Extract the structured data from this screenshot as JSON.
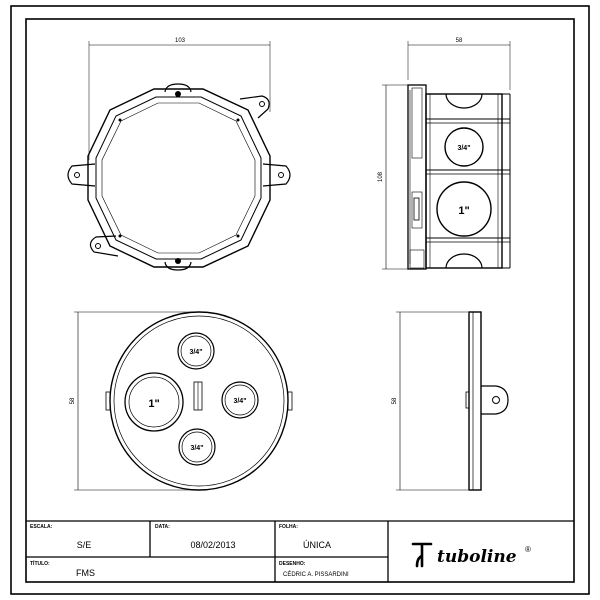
{
  "drawing": {
    "top_view": {
      "width_dim": "103"
    },
    "side_view": {
      "width_dim": "58",
      "height_dim": "108"
    },
    "bottom_view": {
      "height_dim": "58",
      "holes": {
        "top": "3/4\"",
        "right": "3/4\"",
        "bottom": "3/4\"",
        "left": "1\""
      }
    },
    "section_view": {
      "height_dim": "58"
    },
    "side_holes": {
      "small": "3/4\"",
      "large": "1\""
    }
  },
  "title_block": {
    "escala_label": "ESCALA:",
    "escala_value": "S/E",
    "data_label": "DATA:",
    "data_value": "08/02/2013",
    "folha_label": "FOLHA:",
    "folha_value": "ÚNICA",
    "titulo_label": "TÍTULO:",
    "titulo_value": "FMS",
    "desenho_label": "DESENHO:",
    "desenho_value": "CÉDRIC A. PISSARDINI",
    "brand_name": "tuboline",
    "brand_mark": "®"
  },
  "colors": {
    "line": "#000000",
    "paper": "#ffffff"
  }
}
